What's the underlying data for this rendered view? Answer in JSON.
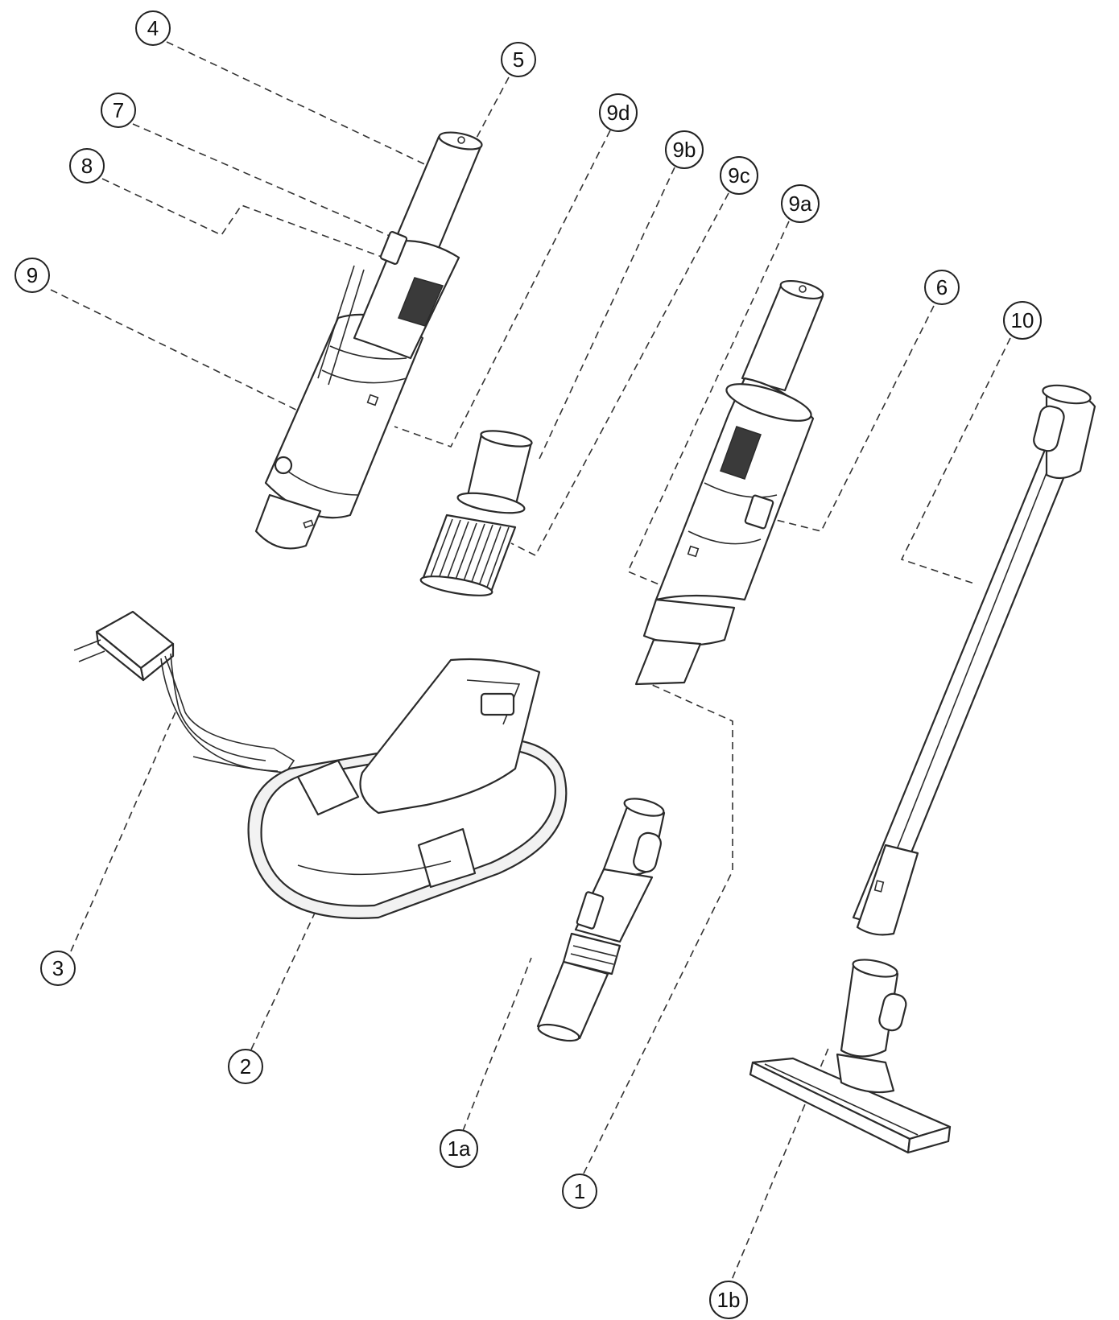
{
  "callouts": {
    "c4": "4",
    "c5": "5",
    "c7": "7",
    "c8": "8",
    "c9": "9",
    "c9d": "9d",
    "c9b": "9b",
    "c9c": "9c",
    "c9a": "9a",
    "c6": "6",
    "c10": "10",
    "c3": "3",
    "c2": "2",
    "c1a": "1a",
    "c1": "1",
    "c1b": "1b"
  },
  "colors": {
    "line": "#2b2b2b",
    "background": "#ffffff"
  }
}
